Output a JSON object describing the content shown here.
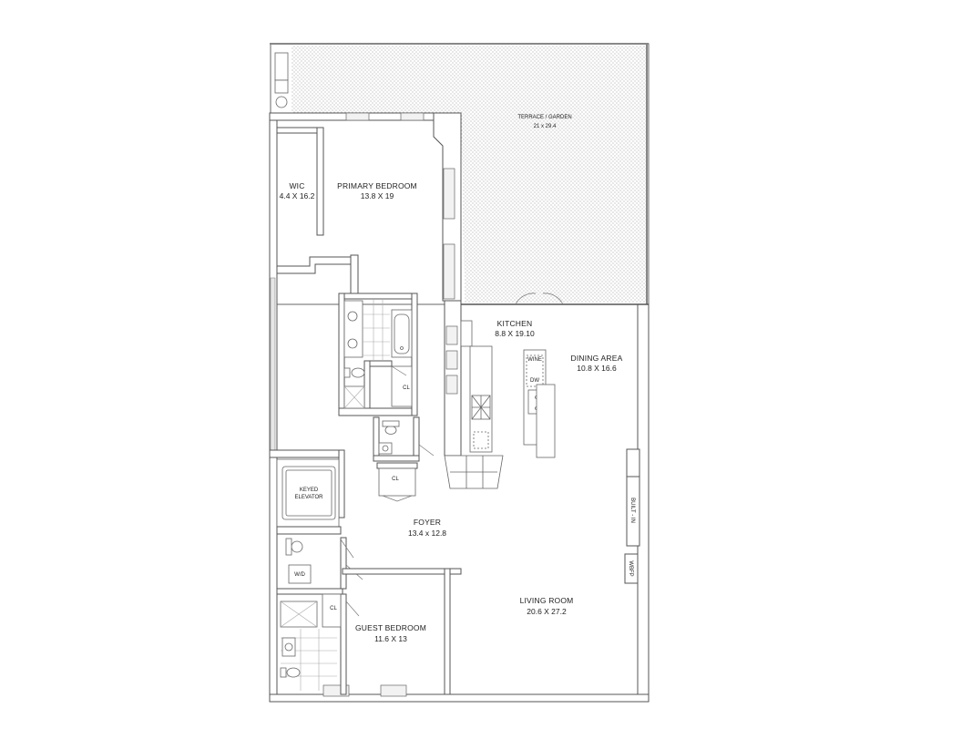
{
  "rooms": {
    "terrace": {
      "name": "TERRACE / GARDEN",
      "dims": "21 x 29.4"
    },
    "wic": {
      "name": "WIC",
      "dims": "4.4 X 16.2"
    },
    "primary_bedroom": {
      "name": "PRIMARY BEDROOM",
      "dims": "13.8 X 19"
    },
    "kitchen": {
      "name": "KITCHEN",
      "dims": "8.8 X 19.10"
    },
    "dining_area": {
      "name": "DINING AREA",
      "dims": "10.8 X 16.6"
    },
    "foyer": {
      "name": "FOYER",
      "dims": "13.4 x 12.8"
    },
    "living_room": {
      "name": "LIVING ROOM",
      "dims": "20.6 X 27.2"
    },
    "guest_bedroom": {
      "name": "GUEST BEDROOM",
      "dims": "11.6 X 13"
    }
  },
  "fixtures": {
    "closet_1": "CL",
    "closet_2": "CL",
    "closet_3": "CL",
    "keyed_elevator_line1": "KEYED",
    "keyed_elevator_line2": "ELEVATOR",
    "washer_dryer": "W/D",
    "wine": "WINE",
    "dishwasher": "DW",
    "built_in": "BUILT - IN",
    "wbfp": "WBFP"
  }
}
